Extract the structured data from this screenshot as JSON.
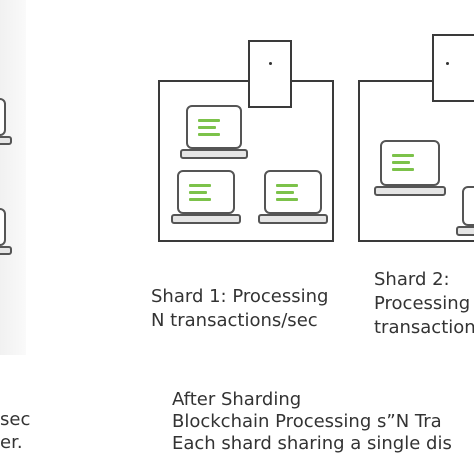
{
  "shards": [
    {
      "label_line1": "Shard 1: Processing",
      "label_line2": "N transactions/sec"
    },
    {
      "label_line1": "Shard 2:",
      "label_line2": "Processing",
      "label_line3": "transactions"
    }
  ],
  "left_partial": {
    "line1": "sec",
    "line2": "er."
  },
  "caption": {
    "line1": "After Sharding",
    "line2": "Blockchain Processing s”N  Tra",
    "line3": "Each shard sharing a single dis"
  },
  "colors": {
    "accent_green": "#7cc24a",
    "outline": "#3a3a3a"
  },
  "icons": [
    "laptop-icon",
    "database-icon"
  ]
}
